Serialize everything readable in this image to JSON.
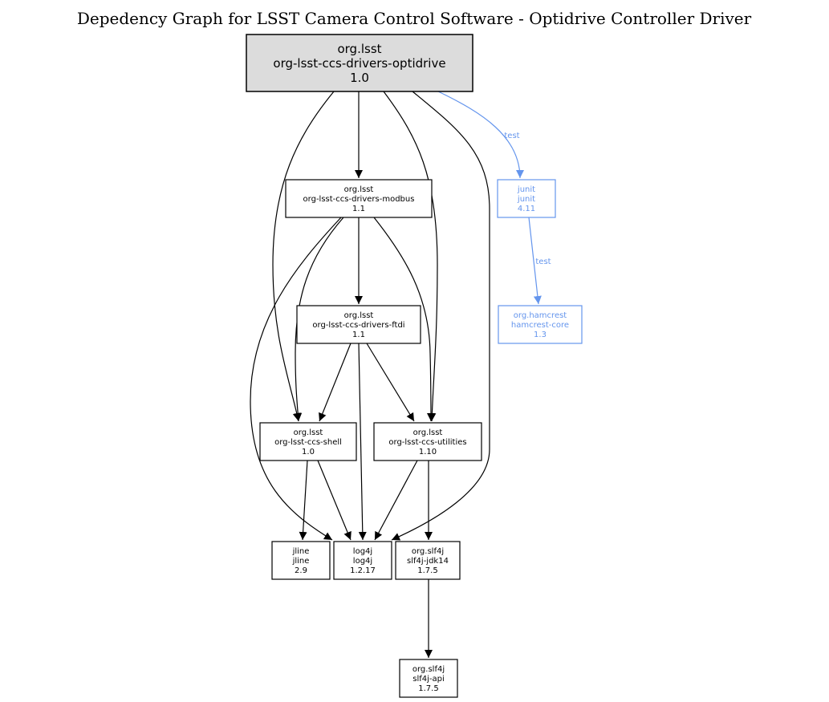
{
  "title": "Depedency Graph for LSST Camera Control Software - Optidrive Controller Driver",
  "colors": {
    "default": "#000000",
    "test": "#6495ed",
    "root_fill": "#dcdcdc"
  },
  "nodes": [
    {
      "id": "optidrive",
      "group": "org.lsst",
      "artifact": "org-lsst-ccs-drivers-optidrive",
      "version": "1.0",
      "root": true
    },
    {
      "id": "modbus",
      "group": "org.lsst",
      "artifact": "org-lsst-ccs-drivers-modbus",
      "version": "1.1"
    },
    {
      "id": "junit",
      "group": "junit",
      "artifact": "junit",
      "version": "4.11",
      "scope": "test"
    },
    {
      "id": "ftdi",
      "group": "org.lsst",
      "artifact": "org-lsst-ccs-drivers-ftdi",
      "version": "1.1"
    },
    {
      "id": "hamcrest",
      "group": "org.hamcrest",
      "artifact": "hamcrest-core",
      "version": "1.3",
      "scope": "test"
    },
    {
      "id": "shell",
      "group": "org.lsst",
      "artifact": "org-lsst-ccs-shell",
      "version": "1.0"
    },
    {
      "id": "utilities",
      "group": "org.lsst",
      "artifact": "org-lsst-ccs-utilities",
      "version": "1.10"
    },
    {
      "id": "jline",
      "group": "jline",
      "artifact": "jline",
      "version": "2.9"
    },
    {
      "id": "log4j",
      "group": "log4j",
      "artifact": "log4j",
      "version": "1.2.17"
    },
    {
      "id": "jdk14",
      "group": "org.slf4j",
      "artifact": "slf4j-jdk14",
      "version": "1.7.5"
    },
    {
      "id": "api",
      "group": "org.slf4j",
      "artifact": "slf4j-api",
      "version": "1.7.5"
    }
  ],
  "edges": [
    {
      "from": "optidrive",
      "to": "modbus"
    },
    {
      "from": "optidrive",
      "to": "shell"
    },
    {
      "from": "optidrive",
      "to": "utilities"
    },
    {
      "from": "optidrive",
      "to": "log4j"
    },
    {
      "from": "optidrive",
      "to": "junit",
      "label": "test",
      "scope": "test"
    },
    {
      "from": "modbus",
      "to": "ftdi"
    },
    {
      "from": "modbus",
      "to": "shell"
    },
    {
      "from": "modbus",
      "to": "utilities"
    },
    {
      "from": "modbus",
      "to": "log4j"
    },
    {
      "from": "junit",
      "to": "hamcrest",
      "label": "test",
      "scope": "test"
    },
    {
      "from": "ftdi",
      "to": "shell"
    },
    {
      "from": "ftdi",
      "to": "utilities"
    },
    {
      "from": "ftdi",
      "to": "log4j"
    },
    {
      "from": "shell",
      "to": "jline"
    },
    {
      "from": "shell",
      "to": "log4j"
    },
    {
      "from": "utilities",
      "to": "log4j"
    },
    {
      "from": "utilities",
      "to": "jdk14"
    },
    {
      "from": "jdk14",
      "to": "api"
    }
  ]
}
